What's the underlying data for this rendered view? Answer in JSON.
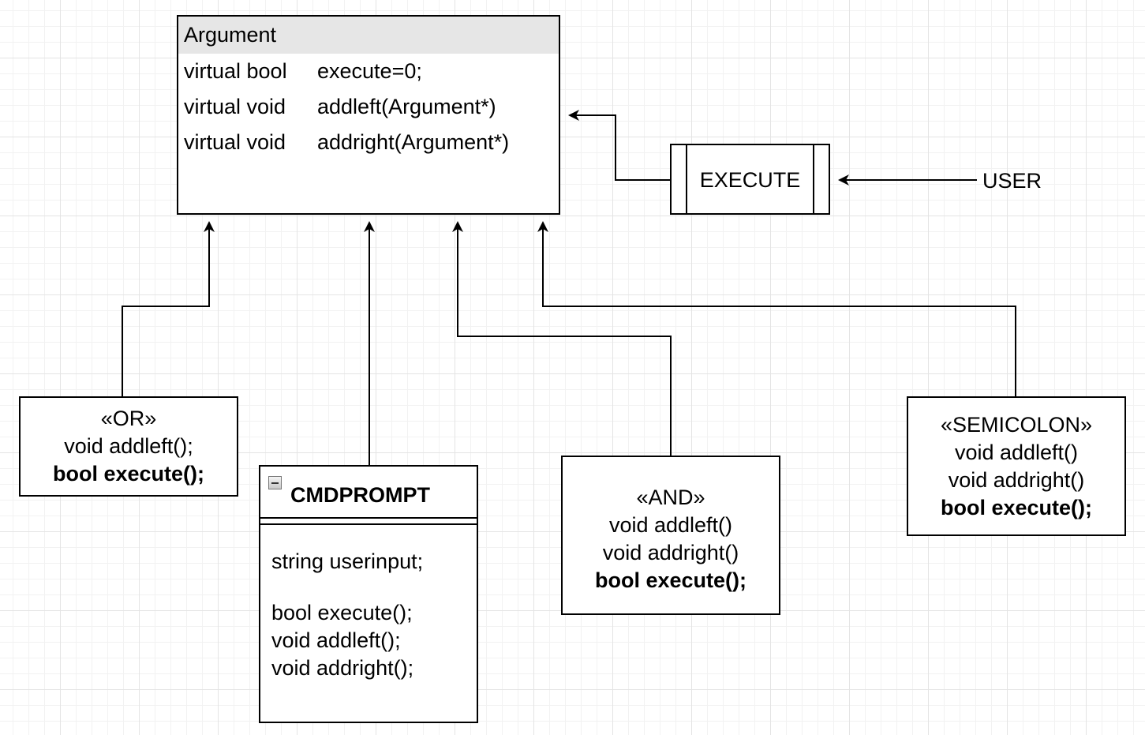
{
  "argument": {
    "title": "Argument",
    "rows": [
      {
        "type": "virtual bool",
        "name": "execute=0;"
      },
      {
        "type": "virtual void",
        "name": "addleft(Argument*)"
      },
      {
        "type": "virtual void",
        "name": "addright(Argument*)"
      }
    ]
  },
  "execute": {
    "label": "EXECUTE"
  },
  "user": {
    "label": "USER"
  },
  "or_box": {
    "stereotype": "«OR»",
    "lines": [
      "void addleft();"
    ],
    "bold": "bool execute();"
  },
  "cmdprompt": {
    "title": "CMDPROMPT",
    "attributes": [
      "string userinput;"
    ],
    "methods": [
      "bool execute();",
      "void addleft();",
      "void addright();"
    ]
  },
  "and_box": {
    "stereotype": "«AND»",
    "lines": [
      "void addleft()",
      "void addright()"
    ],
    "bold": "bool execute();"
  },
  "semicolon_box": {
    "stereotype": "«SEMICOLON»",
    "lines": [
      "void addleft()",
      "void addright()"
    ],
    "bold": "bool execute();"
  },
  "colors": {
    "line": "#000000",
    "title_fill": "#e6e6e6",
    "grid": "#e4e4e4"
  }
}
